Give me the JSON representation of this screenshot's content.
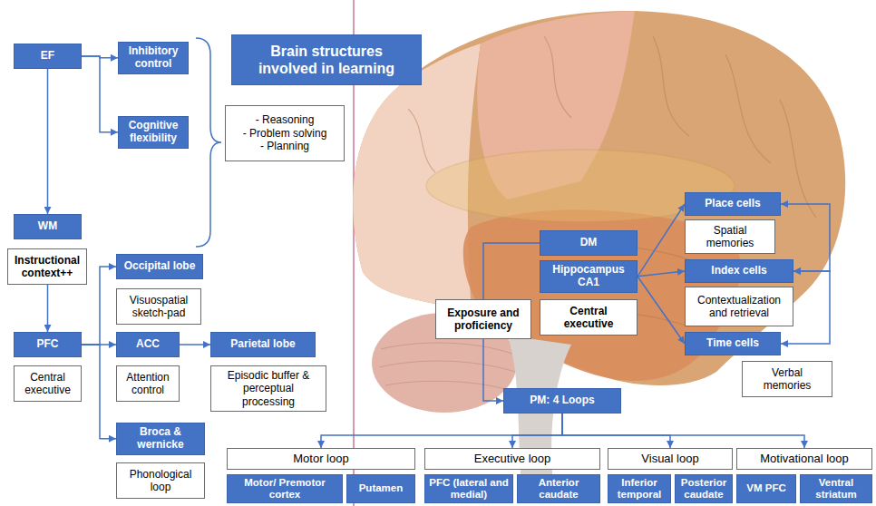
{
  "diagram": {
    "title": "Brain structures involved in learning",
    "nodes": [
      {
        "text": [
          "EF"
        ]
      },
      {
        "text": [
          "Inhibitory control"
        ]
      },
      {
        "text": [
          "Cognitive flexibility"
        ]
      },
      {
        "text": [
          "- Reasoning",
          "- Problem solving",
          "- Planning"
        ]
      },
      {
        "text": [
          "WM"
        ]
      },
      {
        "text": [
          "Instructional context++"
        ]
      },
      {
        "text": [
          "Occipital lobe"
        ]
      },
      {
        "text": [
          "Visuospatial sketch-pad"
        ]
      },
      {
        "text": [
          "PFC"
        ]
      },
      {
        "text": [
          "Central executive"
        ]
      },
      {
        "text": [
          "ACC"
        ]
      },
      {
        "text": [
          "Attention control"
        ]
      },
      {
        "text": [
          "Parietal lobe"
        ]
      },
      {
        "text": [
          "Episodic buffer & perceptual processing"
        ]
      },
      {
        "text": [
          "Broca & wernicke"
        ]
      },
      {
        "text": [
          "Phonological loop"
        ]
      },
      {
        "text": [
          "DM"
        ]
      },
      {
        "text": [
          "Hippocampus CA1"
        ]
      },
      {
        "text": [
          "Exposure and proficiency"
        ]
      },
      {
        "text": [
          "Central executive"
        ]
      },
      {
        "text": [
          "Place cells"
        ]
      },
      {
        "text": [
          "Spatial memories"
        ]
      },
      {
        "text": [
          "Index cells"
        ]
      },
      {
        "text": [
          "Contextualization and retrieval"
        ]
      },
      {
        "text": [
          "Time cells"
        ]
      },
      {
        "text": [
          "Verbal memories"
        ]
      },
      {
        "text": [
          "PM: 4 Loops"
        ]
      },
      {
        "text": [
          "Motor loop"
        ]
      },
      {
        "text": [
          "Executive loop"
        ]
      },
      {
        "text": [
          "Visual loop"
        ]
      },
      {
        "text": [
          "Motivational loop"
        ]
      },
      {
        "text": [
          "Motor/ Premotor cortex"
        ]
      },
      {
        "text": [
          "Putamen"
        ]
      },
      {
        "text": [
          "PFC (lateral and medial)"
        ]
      },
      {
        "text": [
          "Anterior caudate"
        ]
      },
      {
        "text": [
          "Inferior temporal"
        ]
      },
      {
        "text": [
          "Posterior caudate"
        ]
      },
      {
        "text": [
          "VM PFC"
        ]
      },
      {
        "text": [
          "Ventral striatum"
        ]
      }
    ],
    "edges": [
      {
        "from": 0,
        "to": 1,
        "arrow": "to"
      },
      {
        "from": 0,
        "to": 2,
        "arrow": "to"
      },
      {
        "from": 0,
        "to": 4,
        "arrow": "to"
      },
      {
        "from": 5,
        "to": 8,
        "arrow": "to"
      },
      {
        "from": 8,
        "to": 6,
        "arrow": "to"
      },
      {
        "from": 8,
        "to": 10,
        "arrow": "to"
      },
      {
        "from": 8,
        "to": 14,
        "arrow": "to"
      },
      {
        "from": 10,
        "to": 12,
        "arrow": "to"
      },
      {
        "from": 17,
        "to": 20,
        "arrow": "to"
      },
      {
        "from": 17,
        "to": 22,
        "arrow": "to"
      },
      {
        "from": 17,
        "to": 24,
        "arrow": "to"
      },
      {
        "from": 20,
        "to": 22,
        "arrow": "both"
      },
      {
        "from": 22,
        "to": 24,
        "arrow": "both"
      },
      {
        "from": 16,
        "to": 18,
        "arrow": "none"
      },
      {
        "from": 18,
        "to": 26,
        "arrow": "to"
      },
      {
        "from": 26,
        "to": 27,
        "arrow": "to"
      },
      {
        "from": 26,
        "to": 28,
        "arrow": "to"
      },
      {
        "from": 26,
        "to": 29,
        "arrow": "to"
      },
      {
        "from": 26,
        "to": 30,
        "arrow": "to"
      }
    ]
  }
}
